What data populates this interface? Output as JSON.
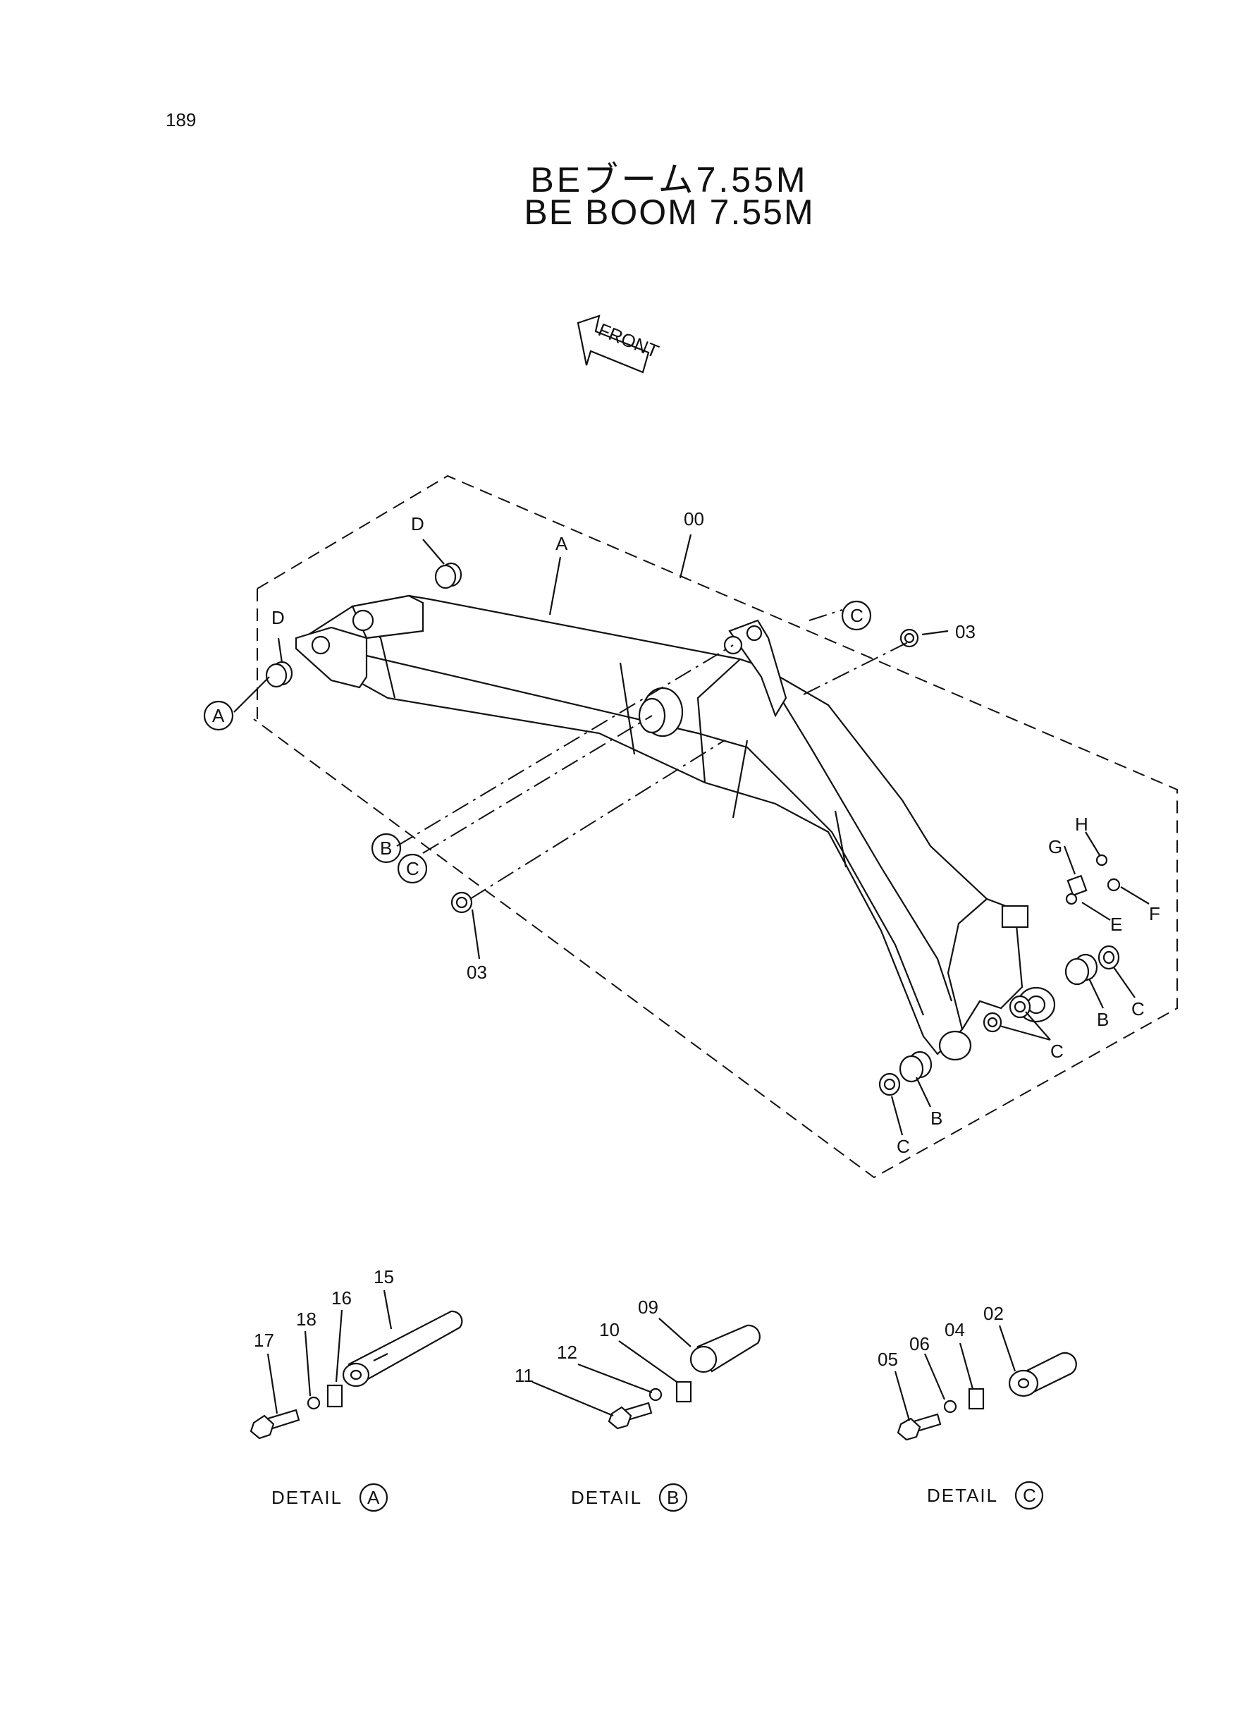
{
  "page_number": "189",
  "title_jp": "BEブーム7.55M",
  "title_en": "BE BOOM 7.55M",
  "front_arrow": "FRONT",
  "callouts": {
    "assembly": "00",
    "boom": "A",
    "pin_d_top": "D",
    "pin_d_left": "D",
    "ref_a": "A",
    "ref_b": "B",
    "ref_c_mid": "C",
    "ref_c_top": "C",
    "shim_03_top": "03",
    "shim_03_low": "03",
    "h": "H",
    "g": "G",
    "e": "E",
    "f": "F",
    "b_right": "B",
    "c_right": "C",
    "c_center": "C",
    "b_bottom": "B",
    "c_bottom": "C"
  },
  "details": [
    {
      "label": "DETAIL",
      "ref": "A",
      "parts": [
        "15",
        "16",
        "18",
        "17"
      ]
    },
    {
      "label": "DETAIL",
      "ref": "B",
      "parts": [
        "09",
        "10",
        "12",
        "11"
      ]
    },
    {
      "label": "DETAIL",
      "ref": "C",
      "parts": [
        "02",
        "04",
        "06",
        "05"
      ]
    }
  ]
}
